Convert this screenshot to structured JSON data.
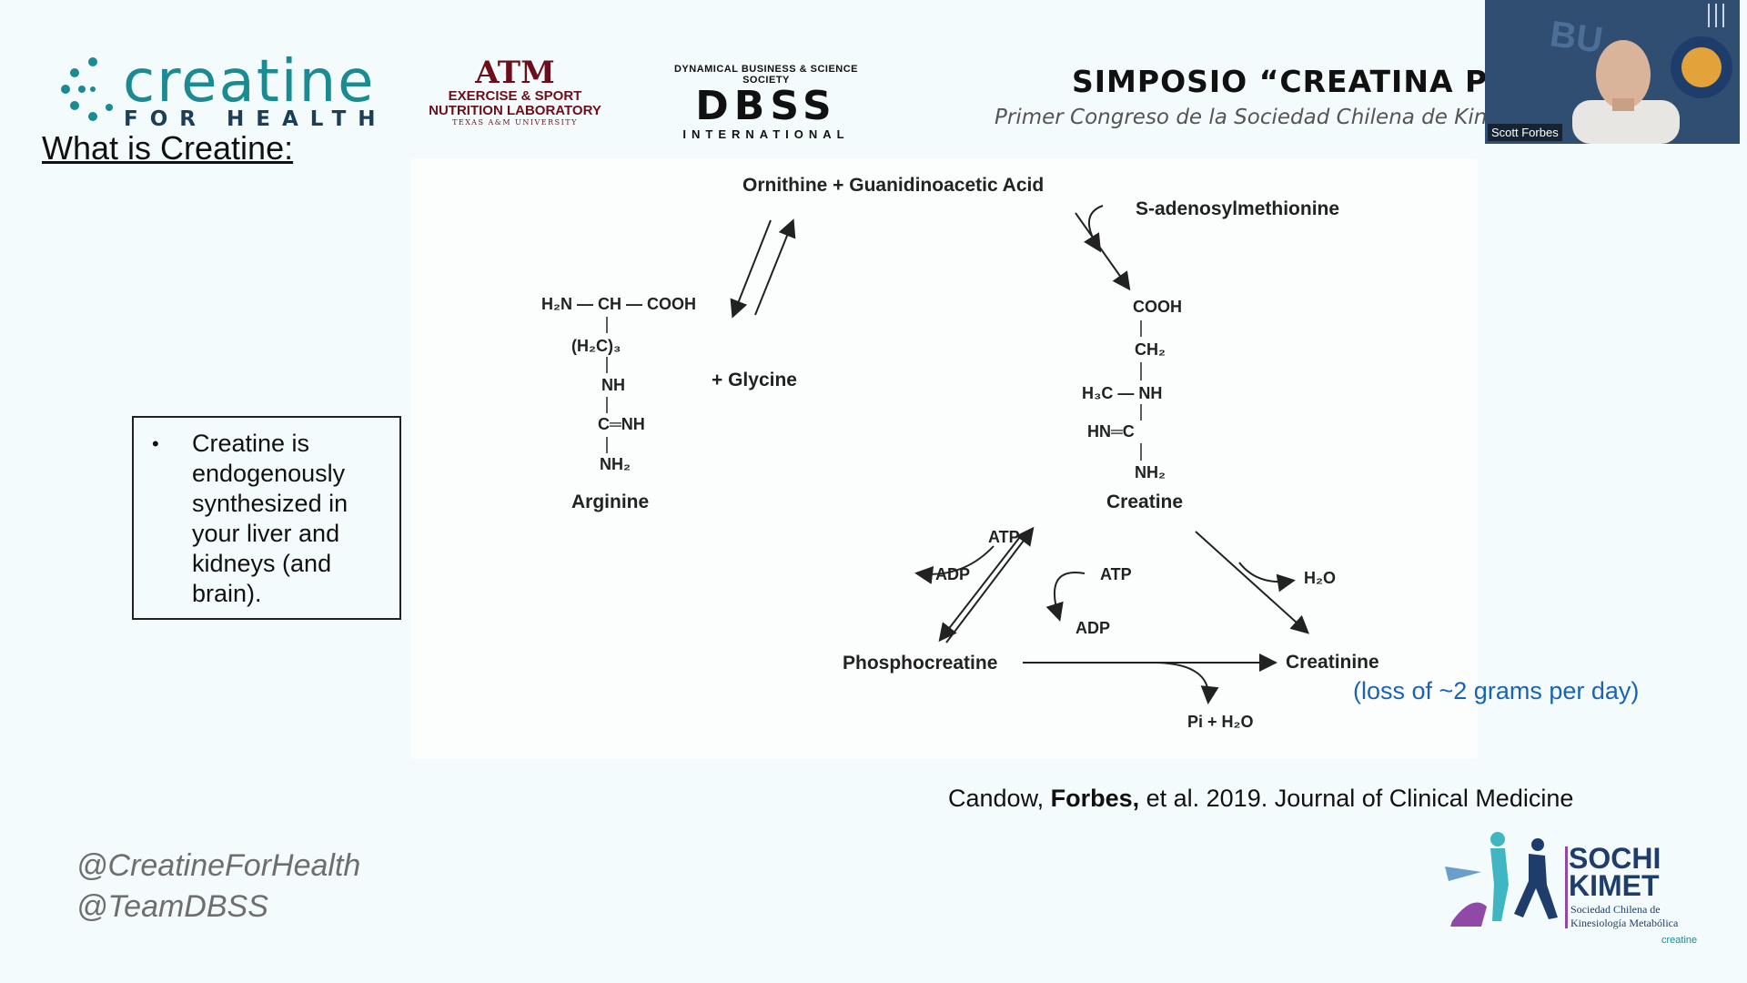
{
  "header": {
    "logo_word": "creatine",
    "logo_sub": "FOR HEALTH",
    "tamu_mark": "ATM",
    "tamu_line1": "EXERCISE & SPORT",
    "tamu_line2": "NUTRITION LABORATORY",
    "tamu_line3": "TEXAS A&M UNIVERSITY",
    "dbss_top": "DYNAMICAL BUSINESS & SCIENCE SOCIETY",
    "dbss_big": "DBSS",
    "dbss_bottom": "INTERNATIONAL",
    "symposium_title": "SIMPOSIO “CREATINA PARA",
    "symposium_subtitle": "Primer Congreso de la Sociedad Chilena de Kines"
  },
  "slide": {
    "title": "What is Creatine:",
    "bullet_mark": "•",
    "bullet": "Creatine is endogenously synthesized in your liver and kidneys (and brain).",
    "loss_note": "(loss of ~2 grams per day)",
    "citation": {
      "pre": "Candow, ",
      "bold": "Forbes,",
      "post": " et al. 2019. Journal of Clinical Medicine"
    },
    "handles": [
      "@CreatineForHealth",
      "@TeamDBSS"
    ]
  },
  "diagram": {
    "ornithine": "Ornithine + Guanidinoacetic Acid",
    "sam": "S-adenosylmethionine",
    "glycine": "+ Glycine",
    "arginine": "Arginine",
    "arginine_top": "H₂N — CH — COOH",
    "arginine_h2c": "(H₂C)₃",
    "arginine_nh": "NH",
    "arginine_cnh": "C═NH",
    "arginine_nh2": "NH₂",
    "creatine": "Creatine",
    "creatine_cooh": "COOH",
    "creatine_ch2": "CH₂",
    "creatine_h3c": "H₃C — NH",
    "creatine_hn": "HN═C",
    "creatine_nh2": "NH₂",
    "atp_top": "ATP",
    "adp_left": "ADP",
    "atp_right": "ATP",
    "adp_bottom": "ADP",
    "phosphocreatine": "Phosphocreatine",
    "creatinine": "Creatinine",
    "h2o": "H₂O",
    "pi_h2o": "Pi + H₂O"
  },
  "webcam": {
    "participant_name": "Scott Forbes"
  },
  "footer_logo": {
    "word1": "SOCHI",
    "word2": "KIMET",
    "sub1": "Sociedad Chilena de",
    "sub2": "Kinesiología Metabólica",
    "small": "creatine"
  },
  "colors": {
    "background": "#f4fbfc",
    "teal": "#1a8a93",
    "maroon": "#6b0f1a",
    "link_blue": "#1a63b4",
    "navy": "#1f3d6b"
  }
}
